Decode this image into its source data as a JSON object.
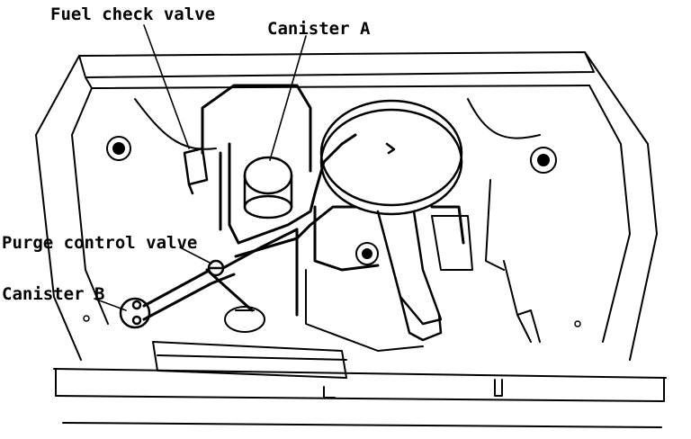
{
  "labels": {
    "fuel_check_valve": "Fuel check valve",
    "canister_a": "Canister A",
    "purge_control_valve": "Purge control valve",
    "canister_b": "Canister B"
  },
  "colors": {
    "ink": "#000000",
    "paper": "#ffffff"
  }
}
